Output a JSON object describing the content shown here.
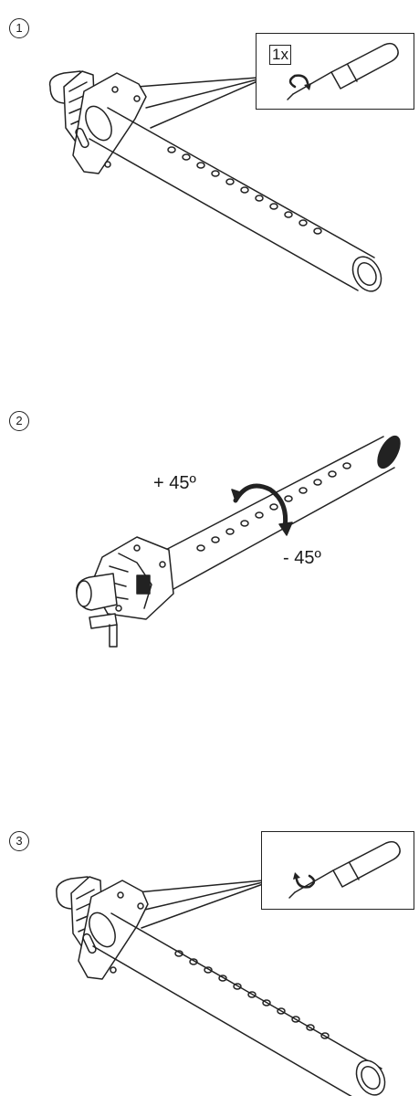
{
  "steps": [
    {
      "number": "1",
      "quantity": "1x"
    },
    {
      "number": "2",
      "angle_plus": "+ 45º",
      "angle_minus": "- 45º"
    },
    {
      "number": "3"
    }
  ],
  "icons": [
    "screwdriver-icon",
    "rotate-arrow-icon"
  ],
  "colors": {
    "line": "#222222",
    "background": "#ffffff"
  }
}
